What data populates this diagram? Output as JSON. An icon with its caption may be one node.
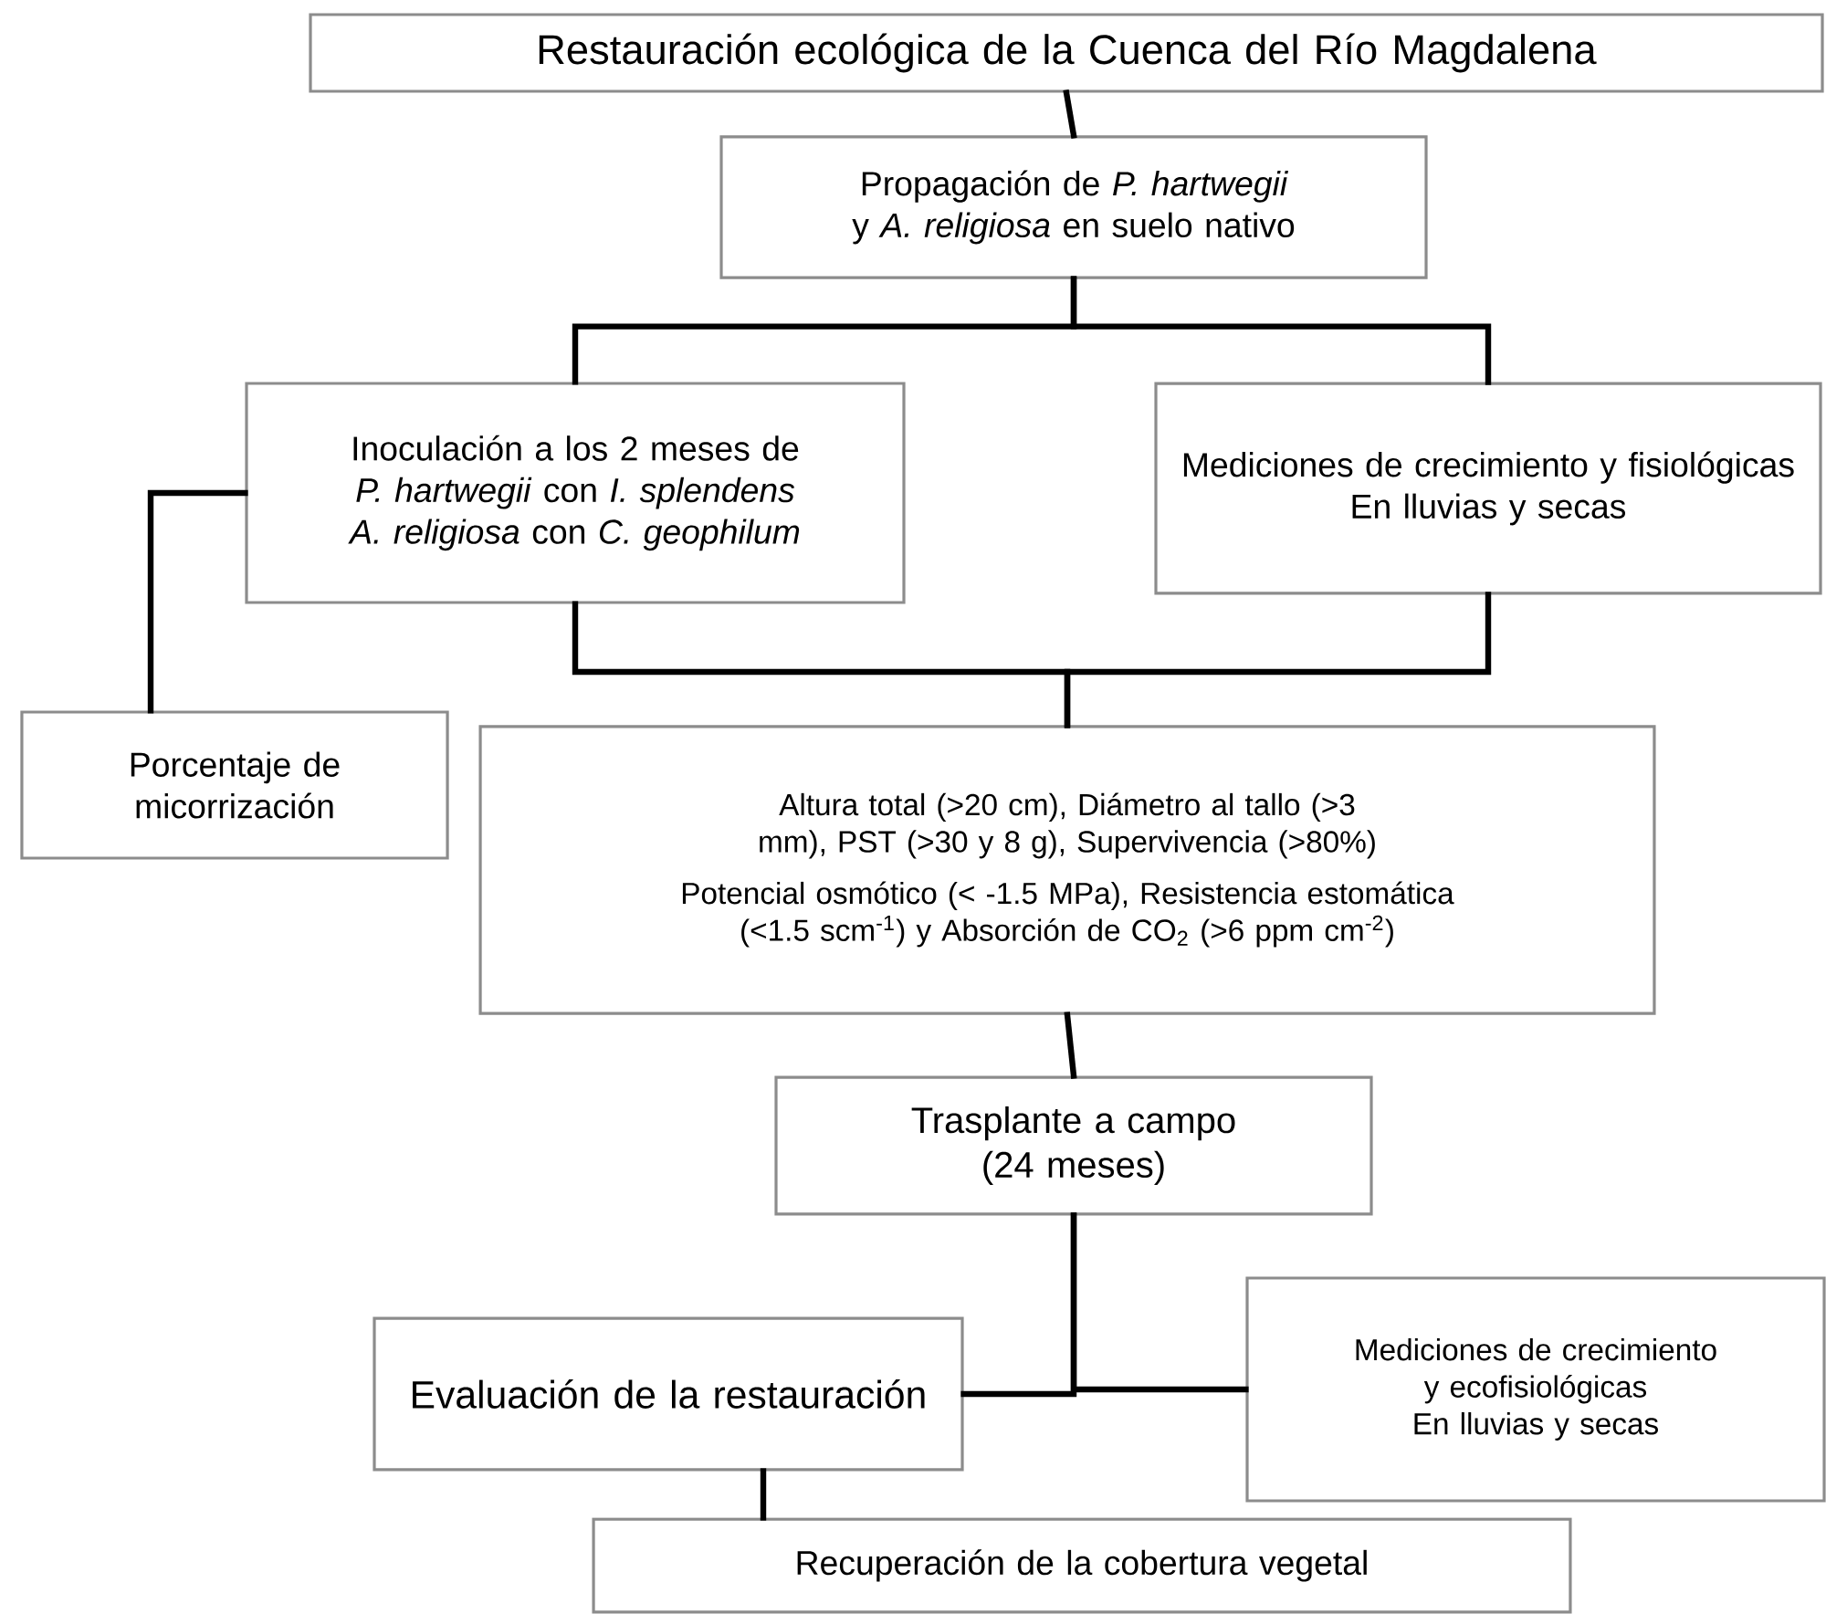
{
  "diagram": {
    "nodes": [
      {
        "text": [
          "Restauración ecológica de la Cuenca del Río Magdalena"
        ]
      },
      {
        "text": [
          "Propagación de *P. hartwegii* y *A. religiosa* en suelo nativo"
        ]
      },
      {
        "text": [
          "Inoculación a los 2 meses de *P. hartwegii* con *I. splendens* *A. religiosa* con *C. geophilum*"
        ]
      },
      {
        "text": [
          "Mediciones de crecimiento y fisiológicas",
          "En lluvias y secas"
        ]
      },
      {
        "text": [
          "Porcentaje de micorrización"
        ]
      },
      {
        "text": [
          "Altura total (>20 cm), Diámetro al tallo (>3 mm), PST (>30 y 8 g), Supervivencia (>80%)",
          "Potencial osmótico (< -1.5 MPa), Resistencia estomática (<1.5 scm$^{-1}$) y Absorción de CO$_{2}$ (>6 ppm cm$^{-2}$)"
        ]
      },
      {
        "text": [
          "Trasplante a campo",
          "(24 meses)"
        ]
      },
      {
        "text": [
          "Evaluación de la restauración"
        ]
      },
      {
        "text": [
          "Mediciones de crecimiento y ecofisiológicas",
          "En lluvias y secas"
        ]
      },
      {
        "text": [
          "Recuperación de la cobertura vegetal"
        ]
      }
    ],
    "edges": [
      {
        "from": 0,
        "to": 1,
        "arrow": "none"
      },
      {
        "from": 1,
        "to": 2,
        "arrow": "none"
      },
      {
        "from": 1,
        "to": 3,
        "arrow": "none"
      },
      {
        "from": 2,
        "to": 4,
        "arrow": "none"
      },
      {
        "from": 2,
        "to": 5,
        "arrow": "none"
      },
      {
        "from": 3,
        "to": 5,
        "arrow": "none"
      },
      {
        "from": 5,
        "to": 6,
        "arrow": "none"
      },
      {
        "from": 6,
        "to": 7,
        "arrow": "none"
      },
      {
        "from": 6,
        "to": 8,
        "arrow": "none"
      },
      {
        "from": 7,
        "to": 9,
        "arrow": "none"
      }
    ]
  }
}
